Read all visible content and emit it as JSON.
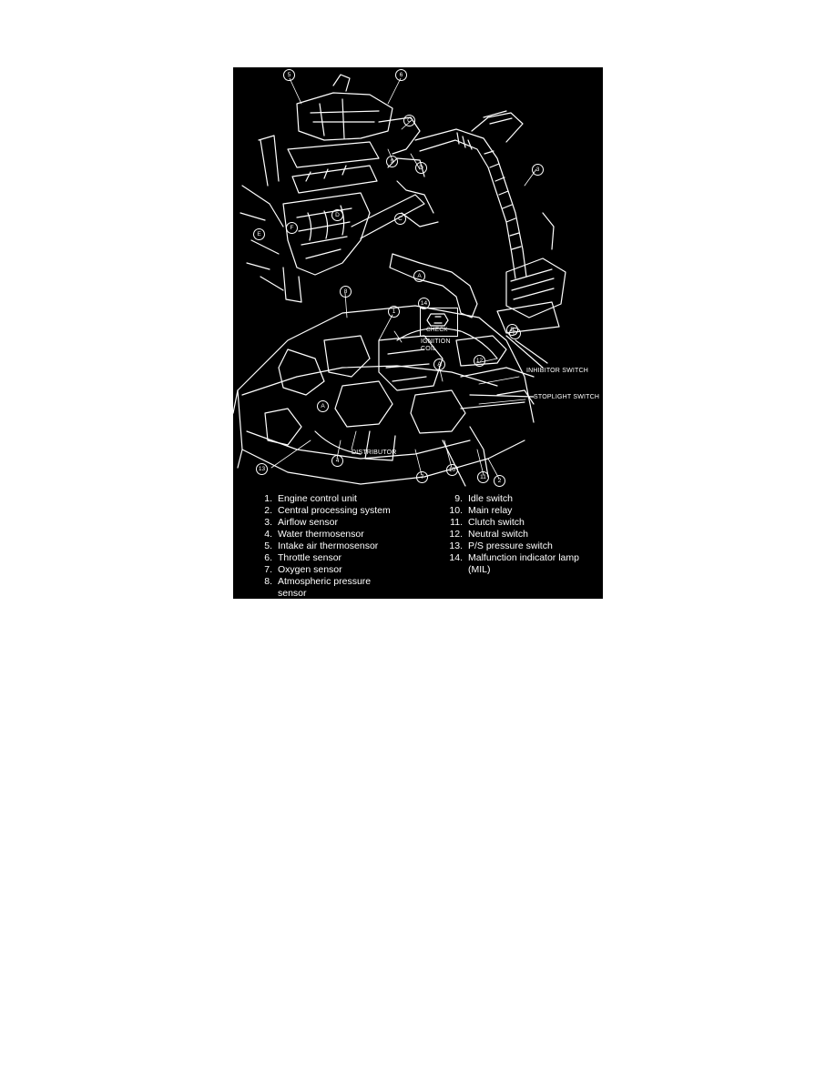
{
  "colors": {
    "background": "#000000",
    "linework": "#ffffff",
    "page": "#ffffff"
  },
  "labels": {
    "ignition_coil": "IGNITION\nCOIL",
    "inhibitor_switch": "INHIBITOR SWITCH",
    "stoplight_switch": "STOPLIGHT SWITCH",
    "distributor": "DISTRIBUTOR",
    "check": "CHECK"
  },
  "callouts": {
    "c5": "5",
    "c6": "6",
    "cC1": "C",
    "c9": "9",
    "cD1": "D",
    "c3": "3",
    "cE": "E",
    "cF": "F",
    "cD2": "D",
    "cC2": "C",
    "cA": "A",
    "cB": "B",
    "c14": "14",
    "c8": "8",
    "c1": "1",
    "c12": "12",
    "cA2": "A",
    "c13": "13",
    "c4": "4",
    "c7": "7",
    "c10": "10",
    "c11": "11",
    "c2": "2",
    "cD3": "D",
    "cA3": "A"
  },
  "legend": {
    "left": [
      {
        "num": "1.",
        "text": "Engine control unit"
      },
      {
        "num": "2.",
        "text": "Central processing system"
      },
      {
        "num": "3.",
        "text": "Airflow sensor"
      },
      {
        "num": "4.",
        "text": "Water thermosensor"
      },
      {
        "num": "5.",
        "text": "Intake air thermosensor"
      },
      {
        "num": "6.",
        "text": "Throttle sensor"
      },
      {
        "num": "7.",
        "text": "Oxygen sensor"
      },
      {
        "num": "8.",
        "text": "Atmospheric pressure"
      }
    ],
    "left_cont": "sensor",
    "right": [
      {
        "num": "9.",
        "text": "Idle switch"
      },
      {
        "num": "10.",
        "text": "Main relay"
      },
      {
        "num": "11.",
        "text": "Clutch switch"
      },
      {
        "num": "12.",
        "text": "Neutral switch"
      },
      {
        "num": "13.",
        "text": "P/S pressure switch"
      },
      {
        "num": "14.",
        "text": "Malfunction indicator lamp"
      }
    ],
    "right_cont": "(MIL)"
  }
}
